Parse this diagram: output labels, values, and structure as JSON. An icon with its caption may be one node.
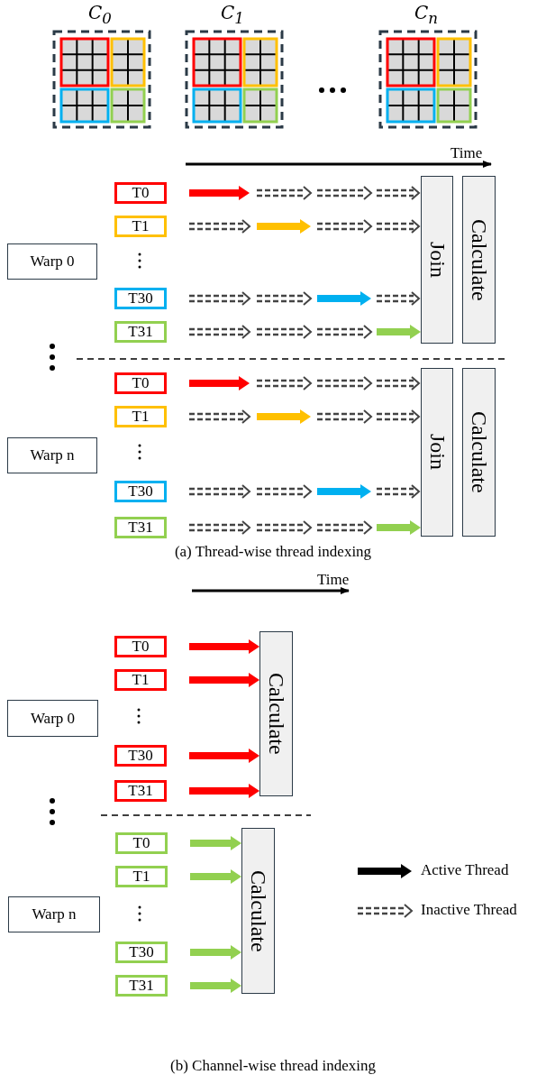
{
  "diagram": {
    "nodes": [
      {
        "text": [
          "C$_{0}$"
        ]
      },
      {
        "text": [
          "C$_{1}$"
        ]
      },
      {
        "text": [
          "C$_{n}$"
        ]
      },
      {
        "text": [
          "Warp 0"
        ]
      },
      {
        "text": [
          "T0"
        ]
      },
      {
        "text": [
          "T1"
        ]
      },
      {
        "text": [
          "T30"
        ]
      },
      {
        "text": [
          "T31"
        ]
      },
      {
        "text": [
          "Join"
        ]
      },
      {
        "text": [
          "Calculate"
        ]
      },
      {
        "text": [
          "Warp n"
        ]
      },
      {
        "text": [
          "T0"
        ]
      },
      {
        "text": [
          "T1"
        ]
      },
      {
        "text": [
          "T30"
        ]
      },
      {
        "text": [
          "T31"
        ]
      },
      {
        "text": [
          "Join"
        ]
      },
      {
        "text": [
          "Calculate"
        ]
      },
      {
        "text": [
          "Warp 0"
        ]
      },
      {
        "text": [
          "T0"
        ]
      },
      {
        "text": [
          "T1"
        ]
      },
      {
        "text": [
          "T30"
        ]
      },
      {
        "text": [
          "T31"
        ]
      },
      {
        "text": [
          "Calculate"
        ]
      },
      {
        "text": [
          "Warp n"
        ]
      },
      {
        "text": [
          "T0"
        ]
      },
      {
        "text": [
          "T1"
        ]
      },
      {
        "text": [
          "T30"
        ]
      },
      {
        "text": [
          "T31"
        ]
      },
      {
        "text": [
          "Calculate"
        ]
      }
    ],
    "edges": [
      {
        "from": null,
        "to": 8,
        "arrow": "to",
        "style": "dashed",
        "color": "#444444"
      },
      {
        "from": null,
        "to": 8,
        "arrow": "to",
        "style": "dashed",
        "color": "#444444"
      },
      {
        "from": null,
        "to": 8,
        "arrow": "to",
        "style": "dashed",
        "color": "#444444"
      },
      {
        "from": null,
        "to": 8,
        "arrow": "to",
        "color": "#92d050"
      },
      {
        "from": null,
        "to": 15,
        "arrow": "to",
        "style": "dashed",
        "color": "#444444"
      },
      {
        "from": null,
        "to": 15,
        "arrow": "to",
        "style": "dashed",
        "color": "#444444"
      },
      {
        "from": null,
        "to": 15,
        "arrow": "to",
        "style": "dashed",
        "color": "#444444"
      },
      {
        "from": null,
        "to": 15,
        "arrow": "to",
        "color": "#92d050"
      },
      {
        "from": 18,
        "to": 22,
        "arrow": "to",
        "color": "#ff0000"
      },
      {
        "from": 19,
        "to": 22,
        "arrow": "to",
        "color": "#ff0000"
      },
      {
        "from": 20,
        "to": 22,
        "arrow": "to",
        "color": "#ff0000"
      },
      {
        "from": 21,
        "to": 22,
        "arrow": "to",
        "color": "#ff0000"
      },
      {
        "from": 24,
        "to": 28,
        "arrow": "to",
        "color": "#92d050"
      },
      {
        "from": 25,
        "to": 28,
        "arrow": "to",
        "color": "#92d050"
      },
      {
        "from": 26,
        "to": 28,
        "arrow": "to",
        "color": "#92d050"
      },
      {
        "from": 27,
        "to": 28,
        "arrow": "to",
        "color": "#92d050"
      }
    ],
    "labels": [
      "Time",
      "(a) Thread-wise thread indexing",
      "Time",
      "(b) Channel-wise thread indexing"
    ],
    "legend": [
      {
        "text": "Active Thread"
      },
      {
        "text": "Inactive Thread"
      }
    ]
  }
}
